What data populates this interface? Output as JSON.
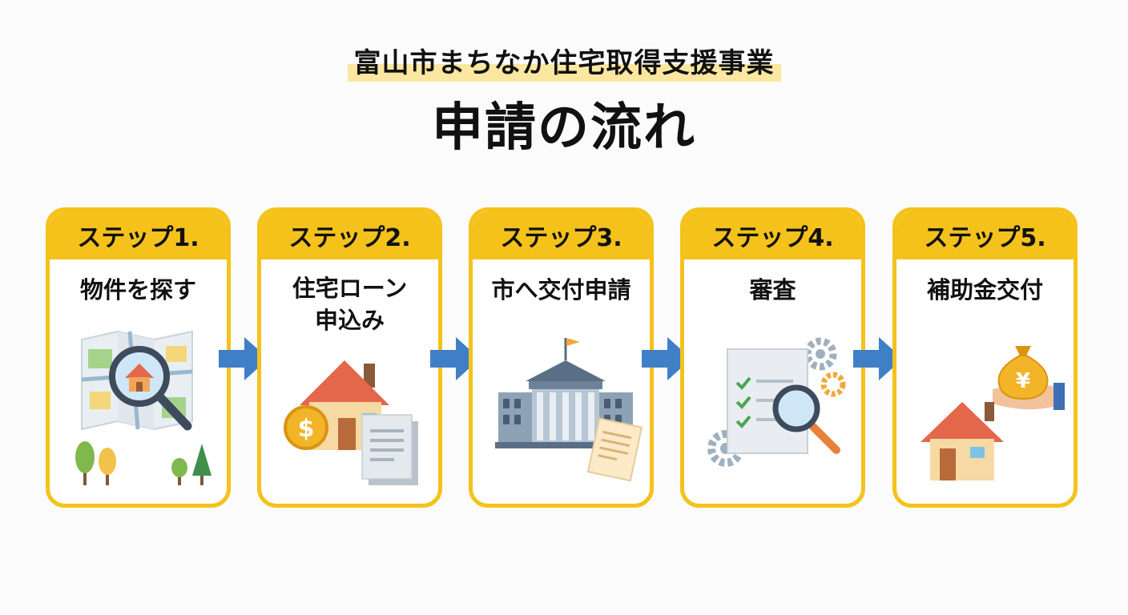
{
  "header": {
    "subtitle": "富山市まちなか住宅取得支援事業",
    "title": "申請の流れ"
  },
  "steps": [
    {
      "step_label": "ステップ1.",
      "title": "物件を探す",
      "icon": "map-search-icon"
    },
    {
      "step_label": "ステップ2.",
      "title": "住宅ローン\n申込み",
      "icon": "house-coin-documents-icon"
    },
    {
      "step_label": "ステップ3.",
      "title": "市へ交付申請",
      "icon": "city-hall-icon"
    },
    {
      "step_label": "ステップ4.",
      "title": "審査",
      "icon": "checklist-review-icon"
    },
    {
      "step_label": "ステップ5.",
      "title": "補助金交付",
      "icon": "subsidy-payment-icon"
    }
  ],
  "money_bag_symbol": "¥",
  "coin_symbol": "$",
  "colors": {
    "accent_yellow": "#f4c21b",
    "arrow_blue": "#3f7fc7",
    "highlight": "#fbe7a0"
  }
}
